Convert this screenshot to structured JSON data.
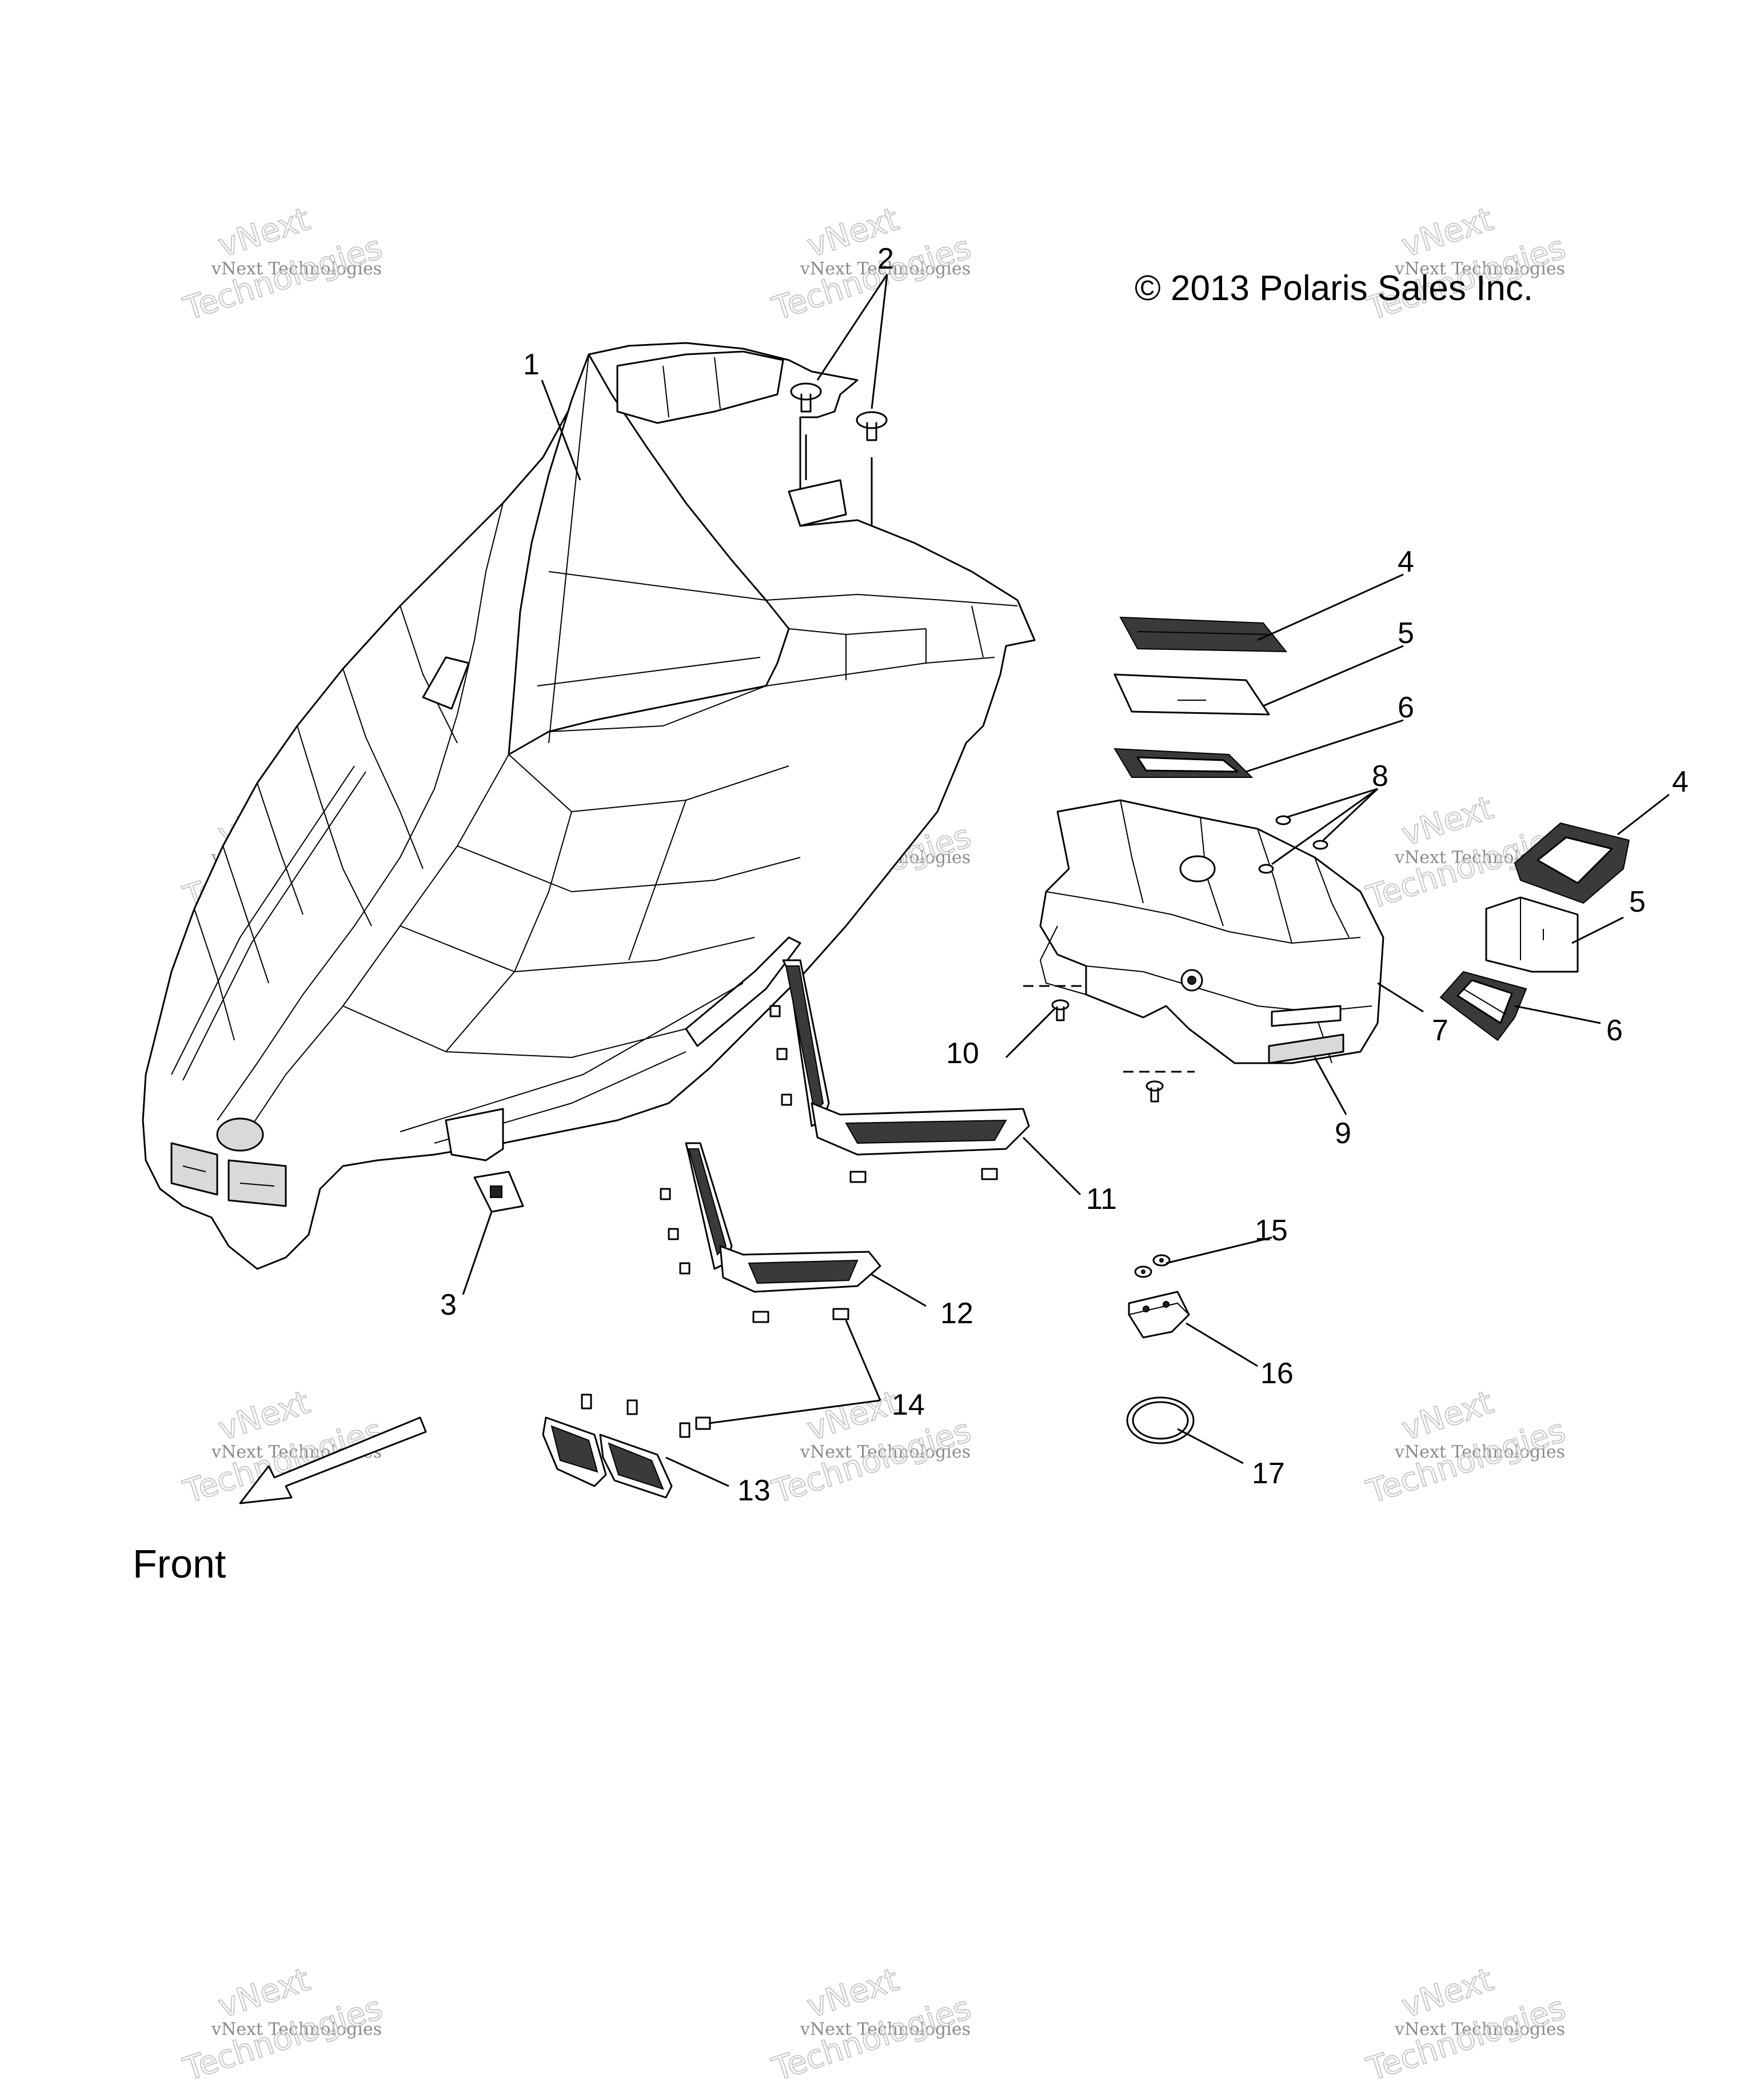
{
  "copyright": "© 2013 Polaris Sales Inc.",
  "front_label": "Front",
  "watermark": {
    "line1": "vNext",
    "line2": "vNext Technologies",
    "line3": "Technologies"
  },
  "callouts": [
    "1",
    "2",
    "3",
    "4",
    "5",
    "6",
    "7",
    "8",
    "9",
    "10",
    "11",
    "12",
    "13",
    "14",
    "15",
    "16",
    "17"
  ],
  "callout_4b": "4",
  "callout_5b": "5",
  "callout_6b": "6"
}
